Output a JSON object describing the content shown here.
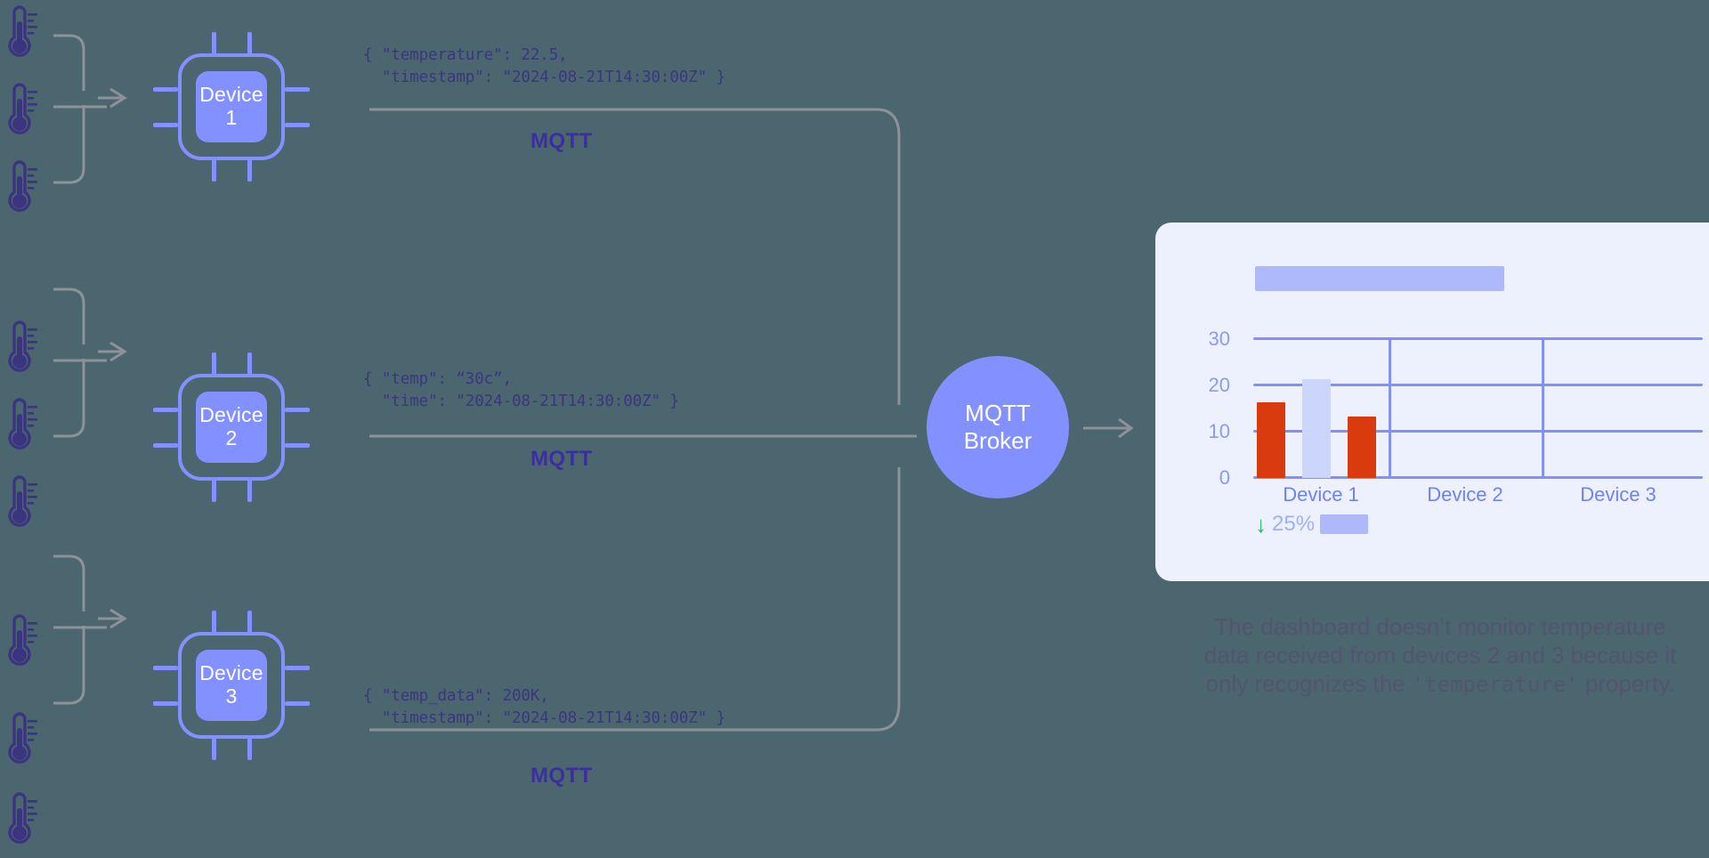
{
  "theme": {
    "background": "#4c6670",
    "accent_periwinkle": "#8390ff",
    "accent_indigo": "#3b2fa0",
    "card_bg": "#edf1fd",
    "bar_red": "#d93b0e",
    "bar_light": "#ccd5fb",
    "grid": "#8390f6",
    "green": "#2eb862",
    "thermo_color": "#3b3580",
    "connector": "#8c9298"
  },
  "devices": [
    {
      "id": "device-1",
      "label_line1": "Device",
      "label_line2": "1",
      "payload_line1": "{ \"temperature\": 22.5,",
      "payload_line2": "  \"timestamp\": \"2024-08-21T14:30:00Z\" }",
      "protocol_label": "MQTT"
    },
    {
      "id": "device-2",
      "label_line1": "Device",
      "label_line2": "2",
      "payload_line1": "{ \"temp\": “30c”,",
      "payload_line2": "  \"time\": \"2024-08-21T14:30:00Z\" }",
      "protocol_label": "MQTT"
    },
    {
      "id": "device-3",
      "label_line1": "Device",
      "label_line2": "3",
      "payload_line1": "{ \"temp_data\": 200K,",
      "payload_line2": "  \"timestamp\": \"2024-08-21T14:30:00Z\" }",
      "protocol_label": "MQTT"
    }
  ],
  "broker": {
    "line1": "MQTT",
    "line2": "Broker"
  },
  "dashboard": {
    "delta": {
      "arrow": "↓",
      "value": "25%"
    },
    "caption_line1": "The dashboard doesn’t monitor temperature",
    "caption_line2": "data received from devices 2 and 3 because it",
    "caption_line3_pre": "only recognizes the ",
    "caption_line3_code": "'temperature'",
    "caption_line3_post": " property."
  },
  "chart_data": {
    "type": "bar",
    "title": "",
    "xlabel": "",
    "ylabel": "",
    "categories": [
      "Device 1",
      "Device 2",
      "Device 3"
    ],
    "ytick_labels": [
      "30",
      "20",
      "10",
      "0"
    ],
    "ylim": [
      0,
      30
    ],
    "grid": true,
    "legend": "none",
    "groups": [
      {
        "category": "Device 1",
        "bars": [
          {
            "value": 16,
            "color": "#d93b0e"
          },
          {
            "value": 21,
            "color": "#ccd5fb"
          },
          {
            "value": 13,
            "color": "#d93b0e"
          }
        ]
      },
      {
        "category": "Device 2",
        "bars": []
      },
      {
        "category": "Device 3",
        "bars": []
      }
    ]
  }
}
